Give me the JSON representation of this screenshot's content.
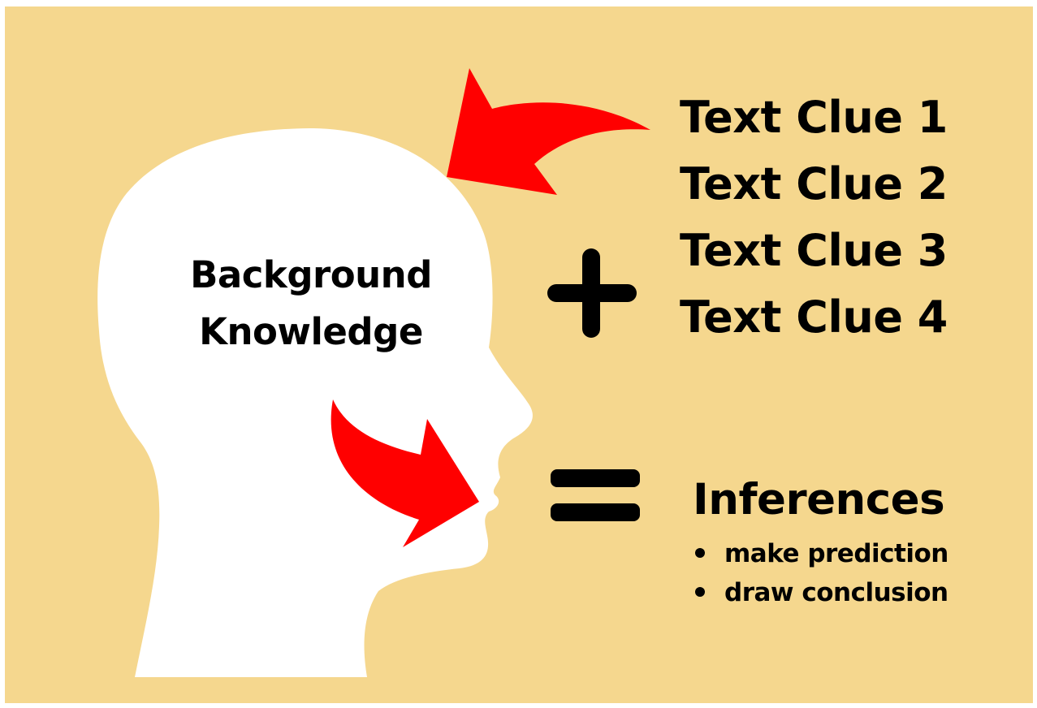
{
  "colors": {
    "background": "#f5d78e",
    "head": "#ffffff",
    "arrow": "#ff0000",
    "text": "#000000"
  },
  "icons": [
    "head-silhouette",
    "curved-arrow",
    "plus-sign",
    "equals-sign"
  ],
  "head": {
    "label_line1": "Background",
    "label_line2": "Knowledge"
  },
  "clues": [
    "Text Clue 1",
    "Text Clue 2",
    "Text Clue 3",
    "Text Clue 4"
  ],
  "inferences": {
    "title": "Inferences",
    "items": [
      "make prediction",
      "draw conclusion"
    ]
  }
}
